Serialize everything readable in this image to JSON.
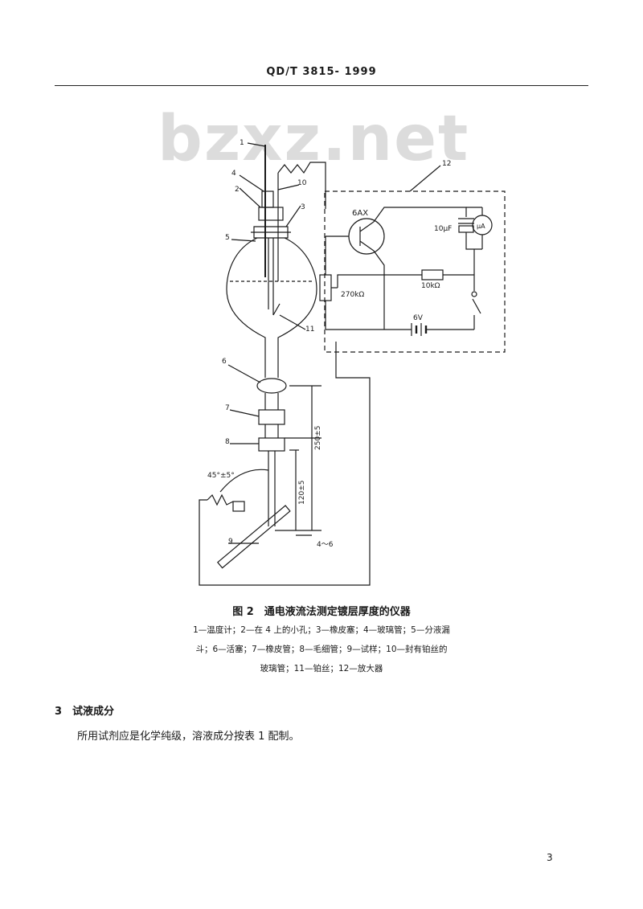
{
  "header": {
    "standard_code": "QD/T 3815- 1999"
  },
  "watermark": "bzxz.net",
  "figure": {
    "labels": {
      "l1": "1",
      "l2": "2",
      "l3": "3",
      "l4": "4",
      "l5": "5",
      "l6": "6",
      "l7": "7",
      "l8": "8",
      "l9": "9",
      "l10": "10",
      "l11": "11",
      "l12": "12"
    },
    "components": {
      "transistor": "6AX",
      "capacitor": "10μF",
      "meter": "μA",
      "resistor_fixed": "10kΩ",
      "resistor_variable": "270kΩ",
      "battery": "6V"
    },
    "dimensions": {
      "angle": "45°±5°",
      "d250": "250±5",
      "d120": "120±5",
      "d46": "4～6"
    },
    "caption_title": "图 2　通电液流法测定镀层厚度的仪器",
    "caption_lines": [
      "1—温度计；2—在 4 上的小孔；3—橡皮塞；4—玻璃管；5—分液漏",
      "斗；6—活塞；7—橡皮管；8—毛细管；9—试样；10—封有铂丝的",
      "玻璃管；11—铂丝；12—放大器"
    ]
  },
  "section": {
    "heading": "3　试液成分",
    "body": "所用试剂应是化学纯级，溶液成分按表 1 配制。"
  },
  "page_number": "3"
}
